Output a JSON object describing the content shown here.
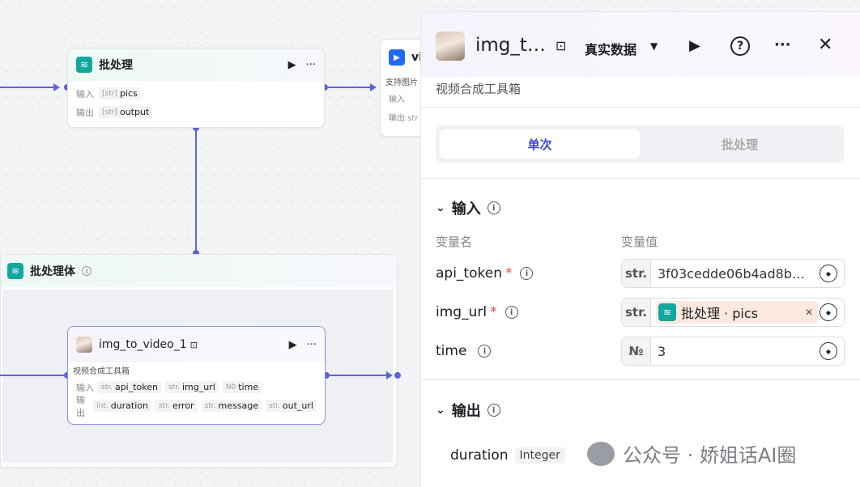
{
  "canvas": {
    "node_batch": {
      "title": "批处理",
      "input_label": "输入",
      "output_label": "输出",
      "input_type": "[str]",
      "input_name": "pics",
      "output_type": "[str]",
      "output_name": "output",
      "run_icon": "play-icon",
      "more_icon": "more-icon"
    },
    "node_video_partial": {
      "title": "vi",
      "desc": "支持图片",
      "input_label": "输入",
      "output_label": "输出",
      "output_type": "str"
    },
    "batch_body": {
      "title": "批处理体"
    },
    "node_img": {
      "title": "img_to_video_1",
      "desc": "视频合成工具箱",
      "input_label": "输入",
      "output_label": "输出",
      "inputs": [
        {
          "type": "str.",
          "name": "api_token"
        },
        {
          "type": "str.",
          "name": "img_url"
        },
        {
          "type": "N0",
          "name": "time"
        }
      ],
      "outputs": [
        {
          "type": "int.",
          "name": "duration"
        },
        {
          "type": "str.",
          "name": "error"
        },
        {
          "type": "str.",
          "name": "message"
        },
        {
          "type": "str.",
          "name": "out_url"
        }
      ]
    }
  },
  "panel": {
    "title": "img_t…",
    "data_mode": "真实数据",
    "subtitle": "视频合成工具箱",
    "tabs": [
      "单次",
      "批处理"
    ],
    "active_tab": "单次",
    "input_section": "输入",
    "col_var_name": "变量名",
    "col_var_value": "变量值",
    "fields": [
      {
        "name": "api_token",
        "required": "*",
        "type": "str.",
        "value": "3f03cedde06b4ad8b…"
      },
      {
        "name": "img_url",
        "required": "*",
        "type": "str.",
        "chip_label": "批处理 · pics"
      },
      {
        "name": "time",
        "required": "",
        "type": "№",
        "value": "3"
      }
    ],
    "output_section": "输出",
    "outputs": [
      {
        "name": "duration",
        "type": "Integer"
      }
    ]
  },
  "watermark": "公众号 · 娇姐话AI圈"
}
